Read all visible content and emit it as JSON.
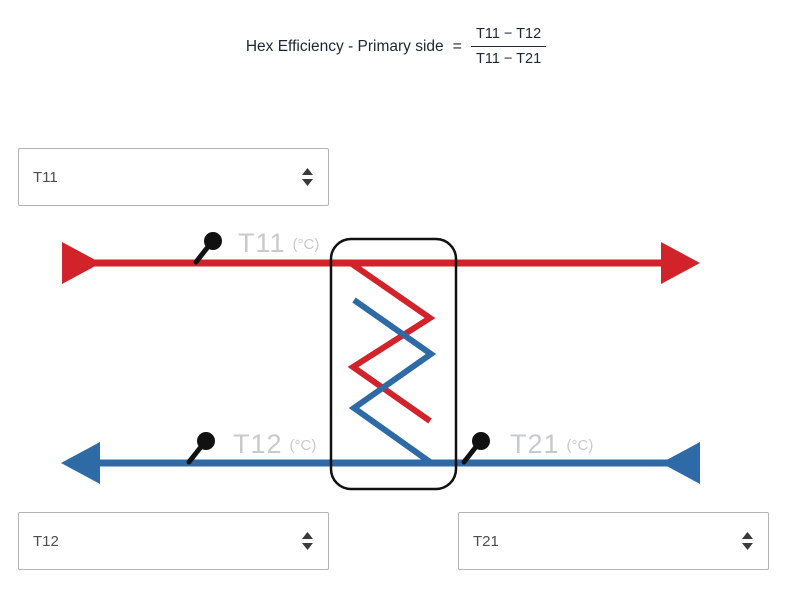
{
  "formula": {
    "label": "Hex Efficiency - Primary side",
    "equals": "=",
    "numerator": "T11 − T12",
    "denominator": "T11 − T21"
  },
  "selectors": {
    "t11": {
      "value": "T11"
    },
    "t12": {
      "value": "T12"
    },
    "t21": {
      "value": "T21"
    }
  },
  "diagram": {
    "labels": {
      "t11": {
        "name": "T11",
        "unit": "(°C)"
      },
      "t12": {
        "name": "T12",
        "unit": "(°C)"
      },
      "t21": {
        "name": "T21",
        "unit": "(°C)"
      }
    },
    "colors": {
      "hot": "#d2232a",
      "cold": "#2e6ba6",
      "label": "#c7cacd",
      "probe": "#111111",
      "box": "#111111"
    }
  }
}
